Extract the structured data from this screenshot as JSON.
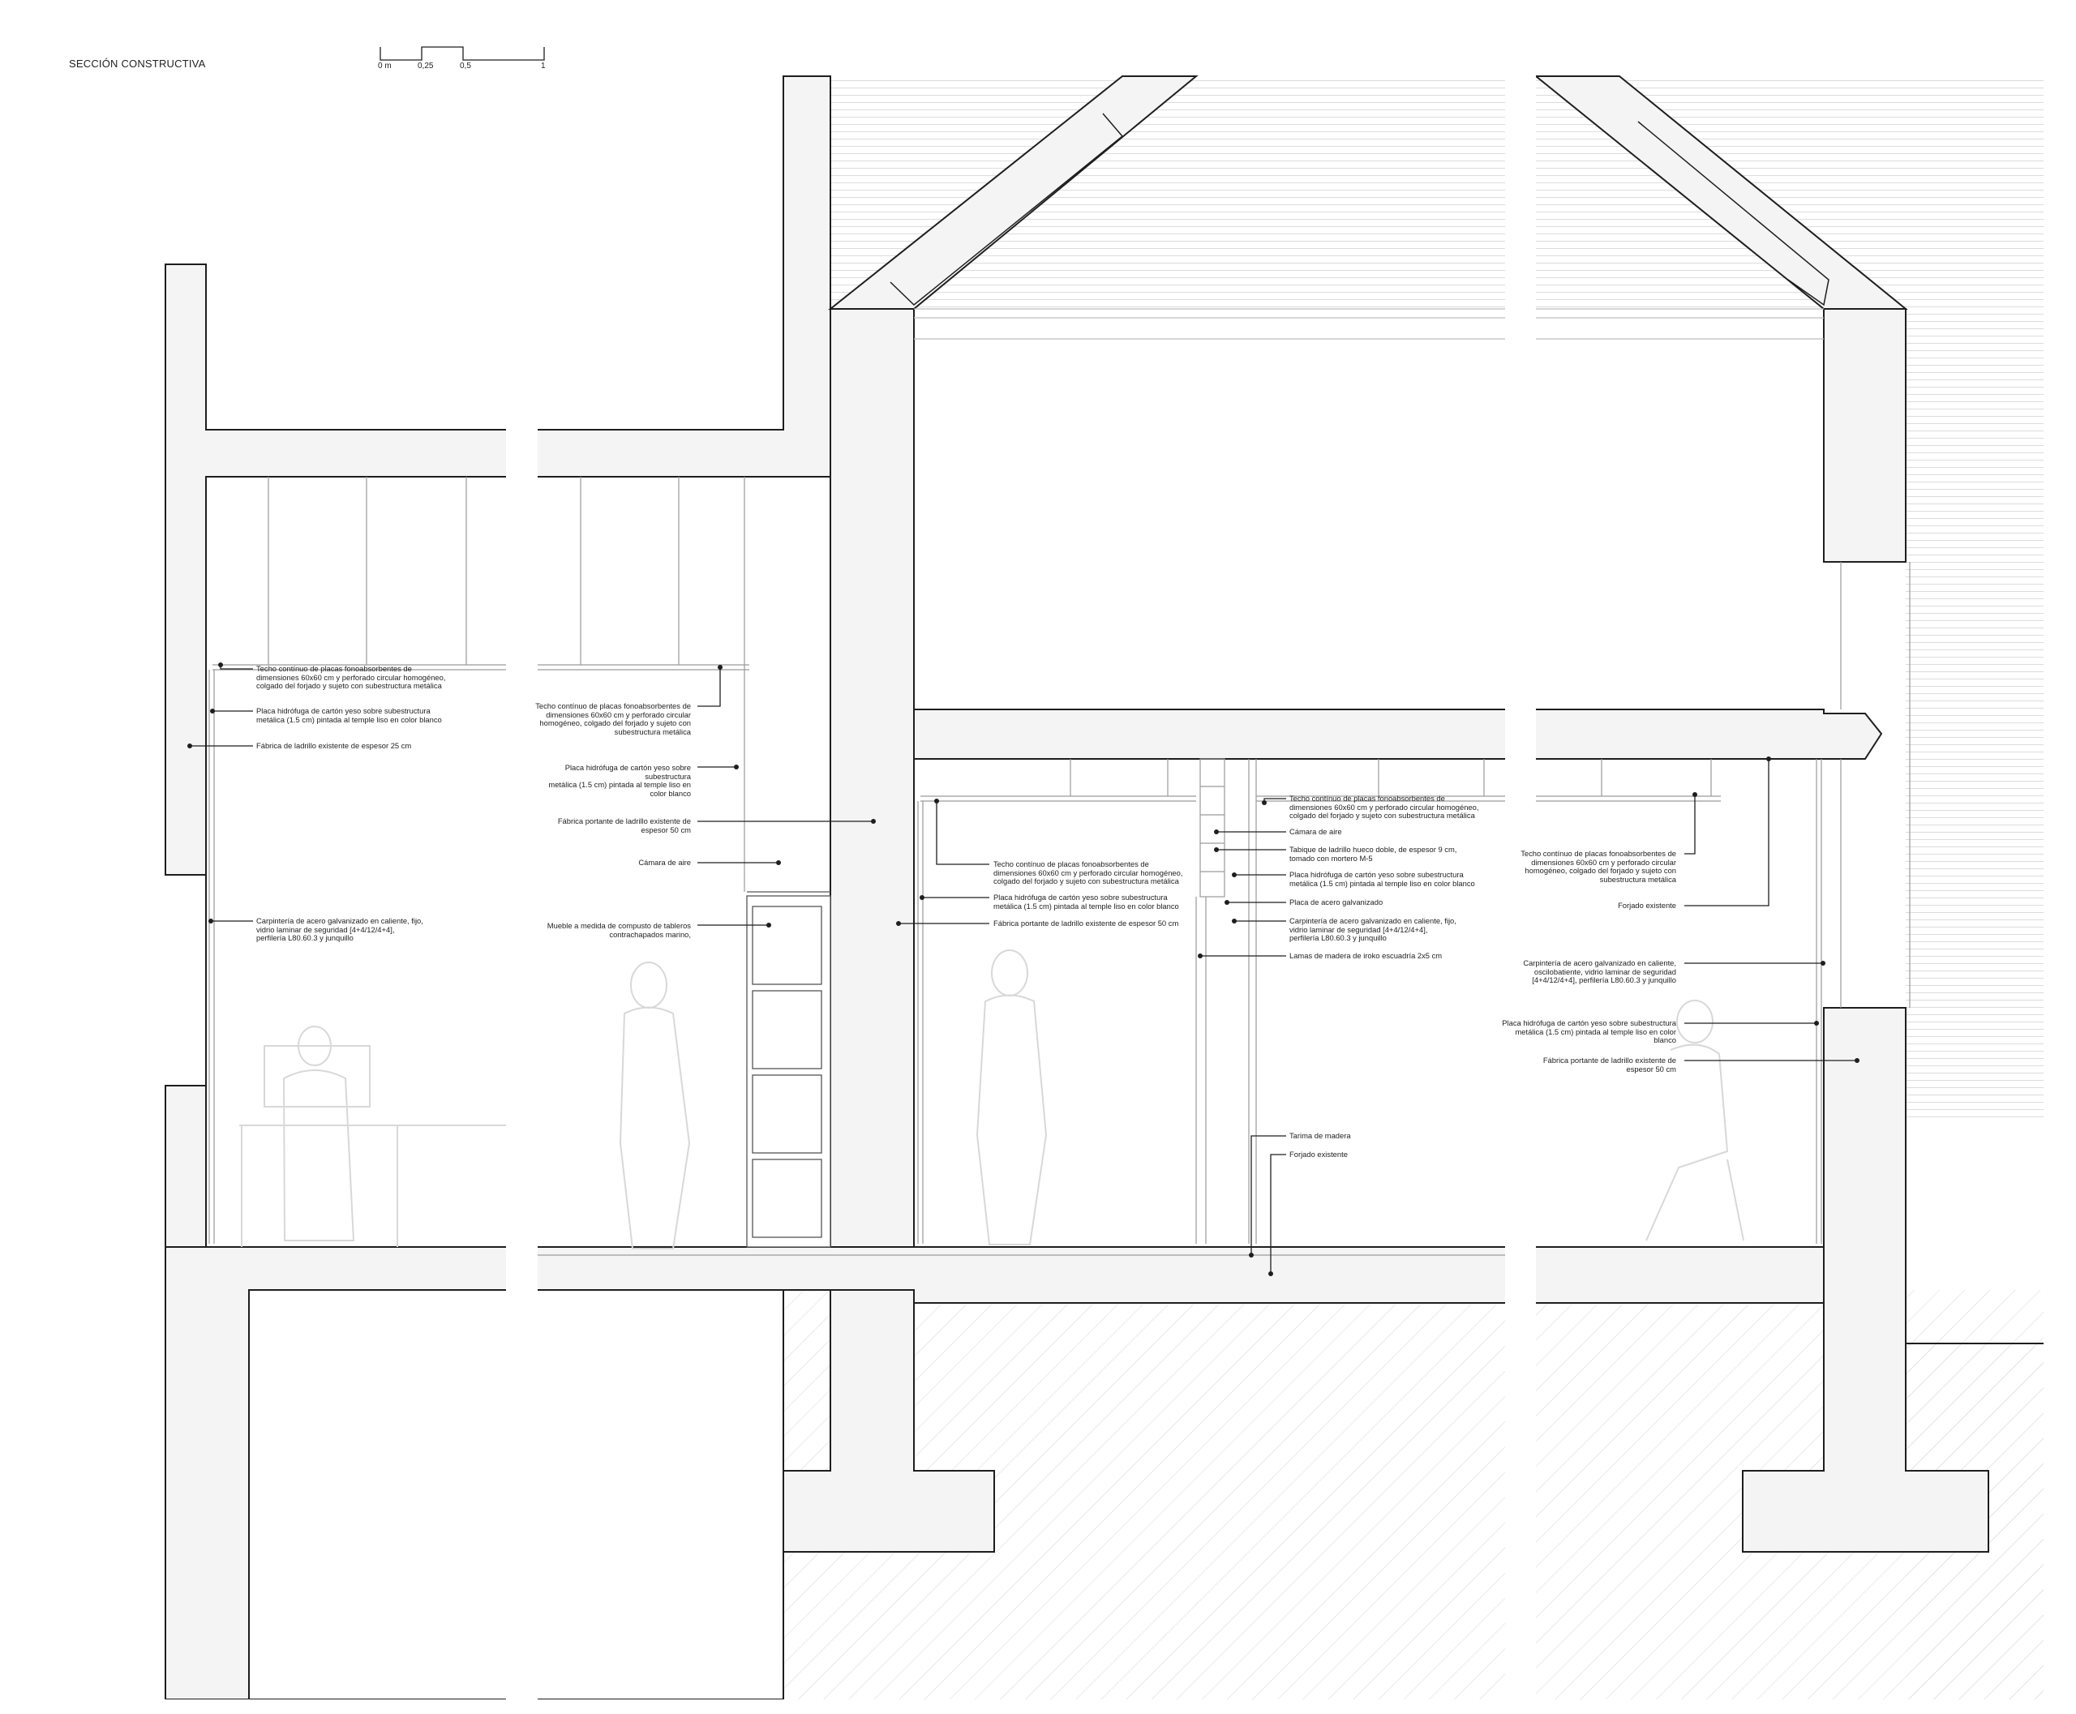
{
  "title": "SECCIÓN CONSTRUCTIVA",
  "scale_bar": {
    "labels": [
      "0 m",
      "0,25",
      "0,5",
      "1"
    ]
  },
  "colors": {
    "line": "#1e1e1e",
    "wall_fill": "#f4f4f4",
    "thin": "#bdbdbd",
    "hatch": "#d6d6d6"
  },
  "annotations": [
    {
      "lines": [
        "Techo contínuo de placas fonoabsorbentes de",
        "dimensiones 60x60 cm y perforado circular homogéneo,",
        "colgado del forjado y sujeto con subestructura metálica"
      ]
    },
    {
      "lines": [
        "Placa hidrófuga de cartón yeso sobre subestructura",
        "metálica (1.5 cm) pintada al temple liso en color blanco"
      ]
    },
    {
      "lines": [
        "Fábrica de ladrillo existente de espesor 25 cm"
      ]
    },
    {
      "lines": [
        "Carpintería de acero galvanizado en caliente, fijo,",
        "vidrio laminar de seguridad [4+4/12/4+4],",
        "perfilería L80.60.3 y junquillo"
      ]
    },
    {
      "lines": [
        "Techo contínuo de placas fonoabsorbentes de",
        "dimensiones 60x60 cm y perforado circular",
        "homogéneo, colgado del forjado y sujeto con",
        "subestructura metálica"
      ]
    },
    {
      "lines": [
        "Placa hidrófuga de cartón yeso sobre",
        "subestructura",
        "metálica (1.5 cm) pintada al temple liso en",
        "color blanco"
      ]
    },
    {
      "lines": [
        "Fábrica portante de ladrillo existente de",
        "espesor 50 cm"
      ]
    },
    {
      "lines": [
        "Cámara de aire"
      ]
    },
    {
      "lines": [
        "Mueble a medida de compusto de tableros",
        "contrachapados marino,"
      ]
    },
    {
      "lines": [
        "Techo contínuo de placas fonoabsorbentes de",
        "dimensiones 60x60 cm y perforado circular homogéneo,",
        "colgado del forjado y sujeto con subestructura metálica"
      ]
    },
    {
      "lines": [
        "Placa hidrófuga de cartón yeso sobre subestructura",
        "metálica (1.5 cm) pintada al temple liso en color blanco"
      ]
    },
    {
      "lines": [
        "Fábrica portante de ladrillo existente de espesor 50 cm"
      ]
    },
    {
      "lines": [
        "Techo contínuo de placas fonoabsorbentes de",
        "dimensiones 60x60 cm y perforado circular homogéneo,",
        "colgado del forjado y sujeto con subestructura metálica"
      ]
    },
    {
      "lines": [
        "Cámara de aire"
      ]
    },
    {
      "lines": [
        "Tabique de ladrillo hueco doble, de espesor 9 cm,",
        "tomado con mortero M-5"
      ]
    },
    {
      "lines": [
        "Placa hidrófuga de cartón yeso sobre subestructura",
        "metálica (1.5 cm) pintada al temple liso en color blanco"
      ]
    },
    {
      "lines": [
        "Placa de acero galvanizado"
      ]
    },
    {
      "lines": [
        "Carpintería de acero galvanizado en caliente, fijo,",
        "vidrio laminar de seguridad [4+4/12/4+4],",
        "perfilería L80.60.3 y junquillo"
      ]
    },
    {
      "lines": [
        "Lamas de madera de iroko escuadría 2x5 cm"
      ]
    },
    {
      "lines": [
        "Tarima de madera"
      ]
    },
    {
      "lines": [
        "Forjado existente"
      ]
    },
    {
      "lines": [
        "Techo contínuo de placas fonoabsorbentes de",
        "dimensiones 60x60 cm y perforado circular",
        "homogéneo, colgado del forjado y sujeto con",
        "subestructura metálica"
      ]
    },
    {
      "lines": [
        "Forjado existente"
      ]
    },
    {
      "lines": [
        "Carpintería de acero galvanizado en caliente,",
        "oscilobatiente, vidrio laminar de seguridad",
        "[4+4/12/4+4], perfilería L80.60.3 y junquillo"
      ]
    },
    {
      "lines": [
        "Placa hidrófuga de cartón yeso sobre subestructura",
        "metálica (1.5 cm) pintada al temple liso en color",
        "blanco"
      ]
    },
    {
      "lines": [
        "Fábrica portante de ladrillo existente de",
        "espesor 50 cm"
      ]
    }
  ]
}
